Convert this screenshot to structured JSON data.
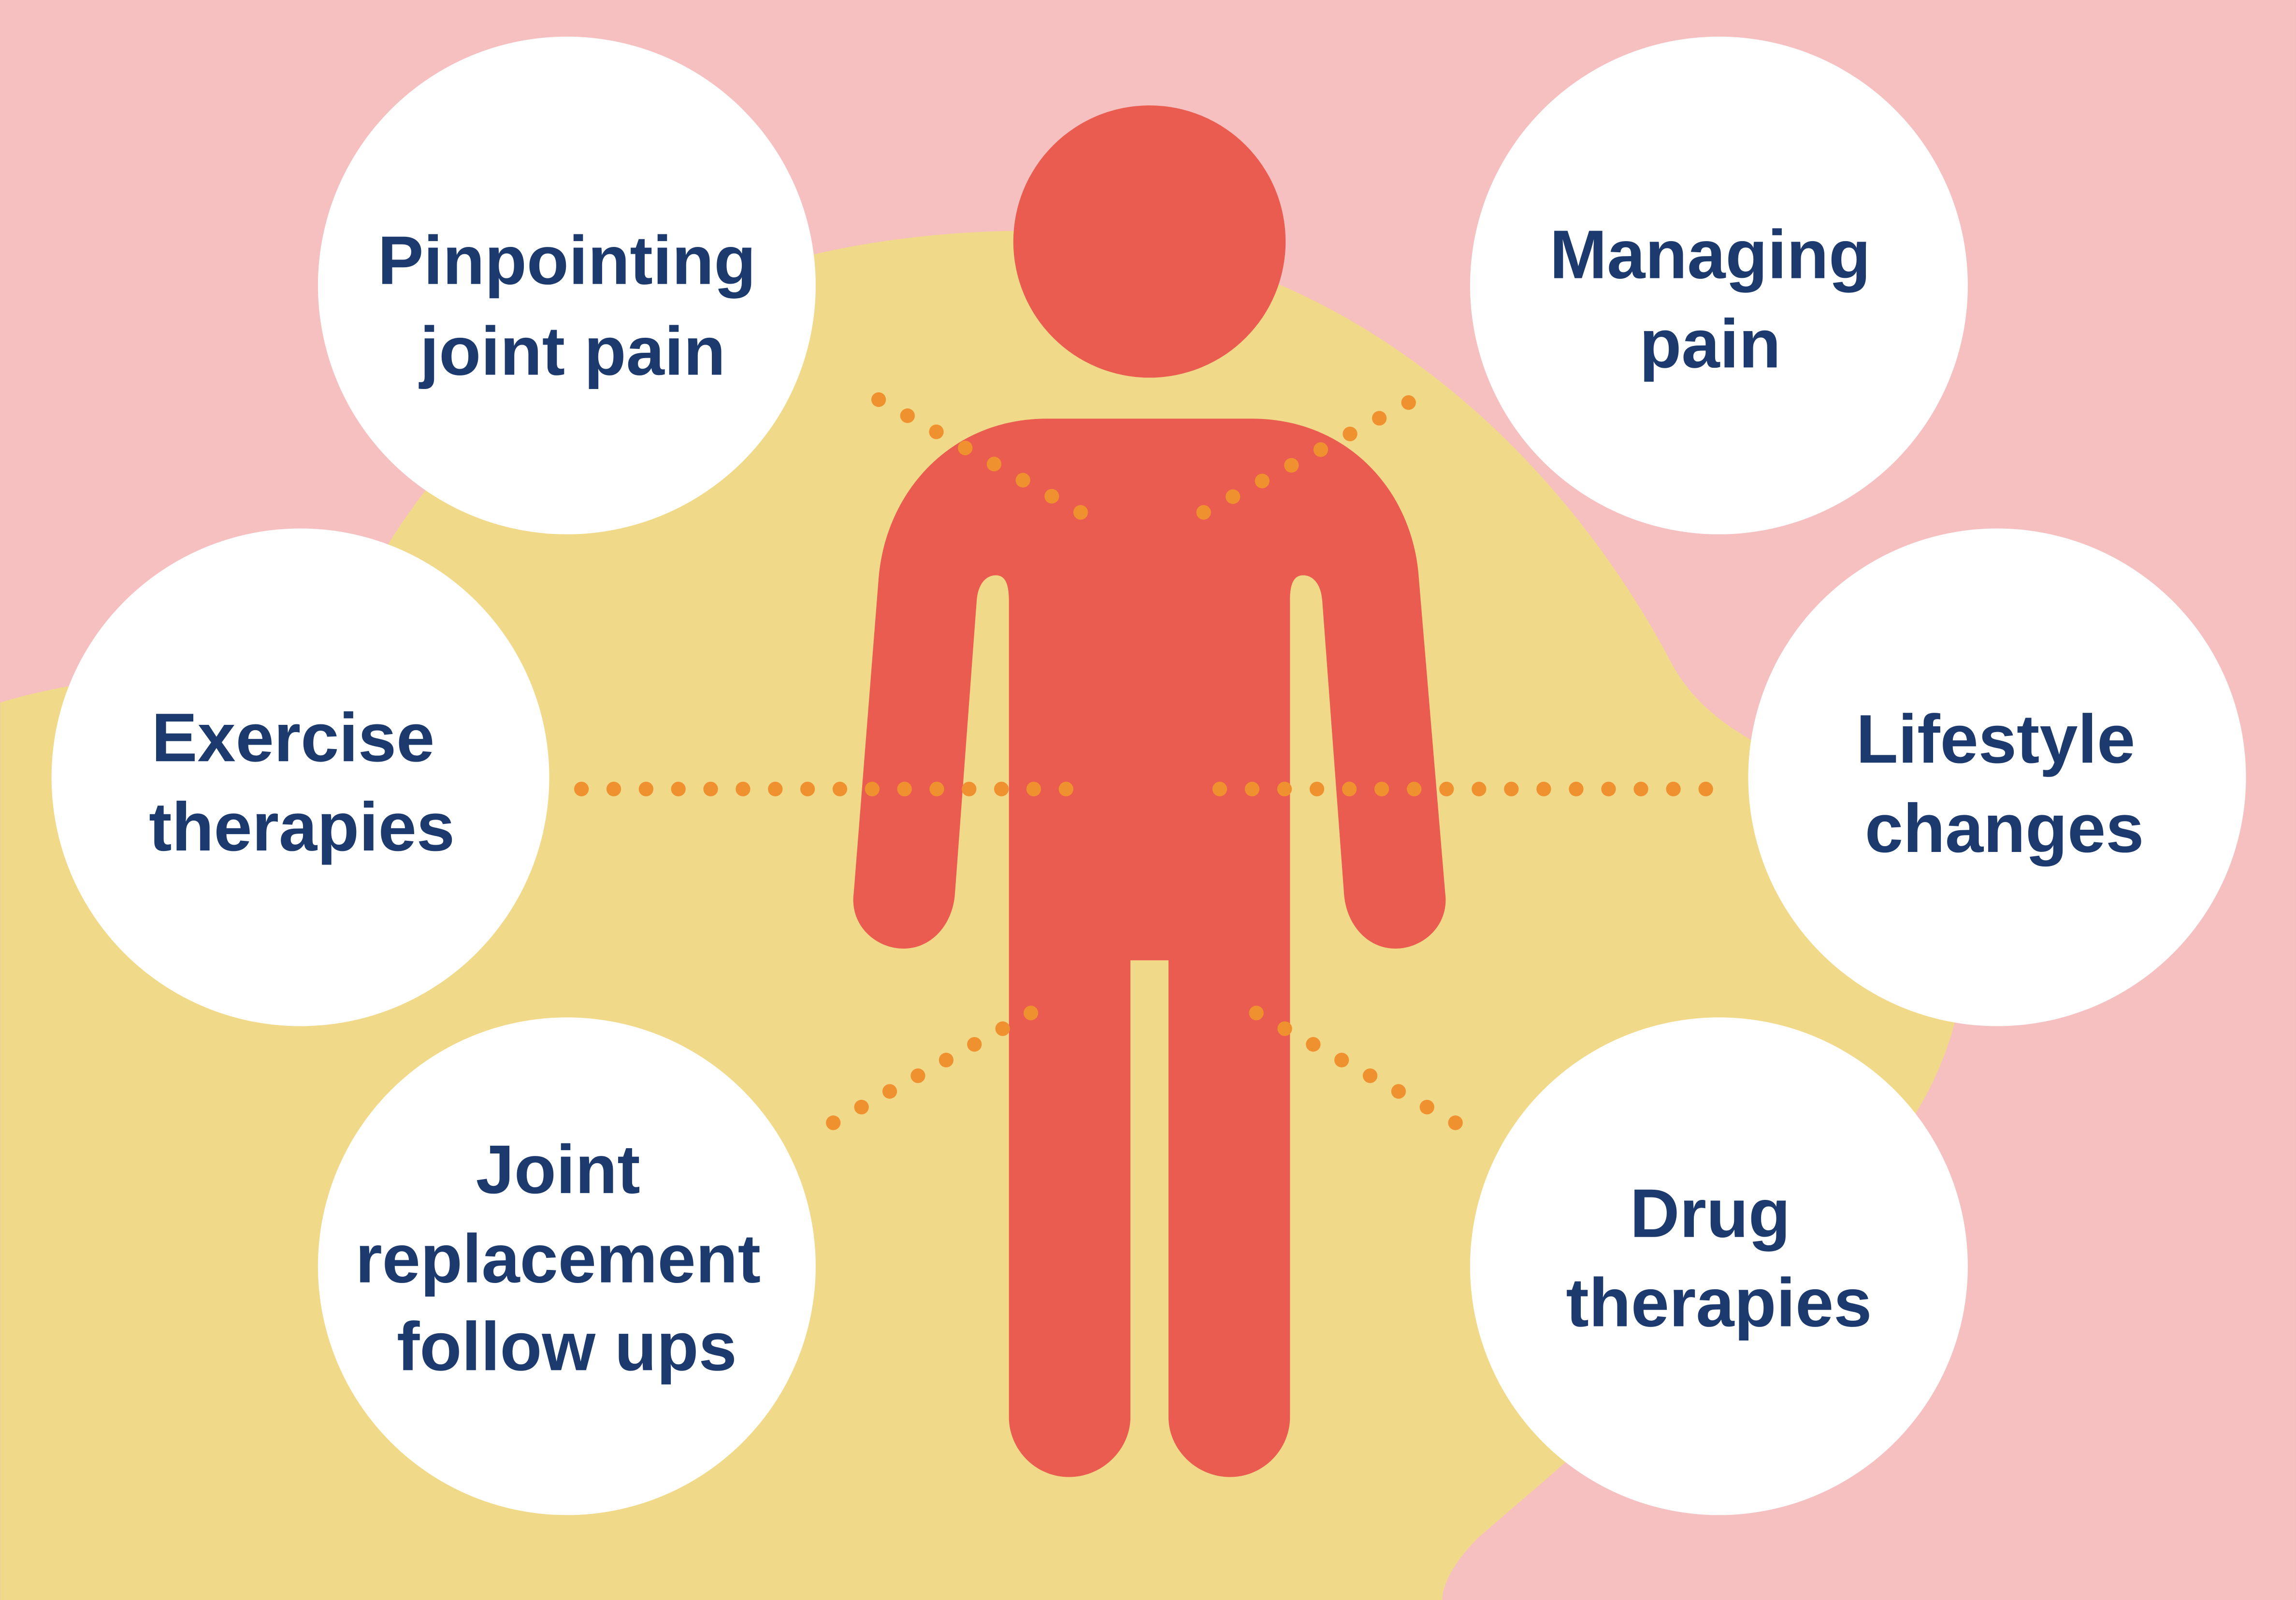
{
  "colors": {
    "background": "#F6BFC0",
    "blob": "#F1D98A",
    "figure": "#EA5C4F",
    "dots": "#F0912F",
    "text": "#1D3A6E",
    "circle": "#FFFFFF"
  },
  "topics": [
    {
      "id": "pinpointing",
      "lines": [
        "Pinpointing",
        "joint pain"
      ]
    },
    {
      "id": "exercise",
      "lines": [
        "Exercise",
        "therapies"
      ]
    },
    {
      "id": "joint-replacement",
      "lines": [
        "Joint",
        "replacement",
        "follow ups"
      ]
    },
    {
      "id": "managing",
      "lines": [
        "Managing",
        "pain"
      ]
    },
    {
      "id": "lifestyle",
      "lines": [
        "Lifestyle",
        "changes"
      ]
    },
    {
      "id": "drug",
      "lines": [
        "Drug",
        "therapies"
      ]
    }
  ]
}
